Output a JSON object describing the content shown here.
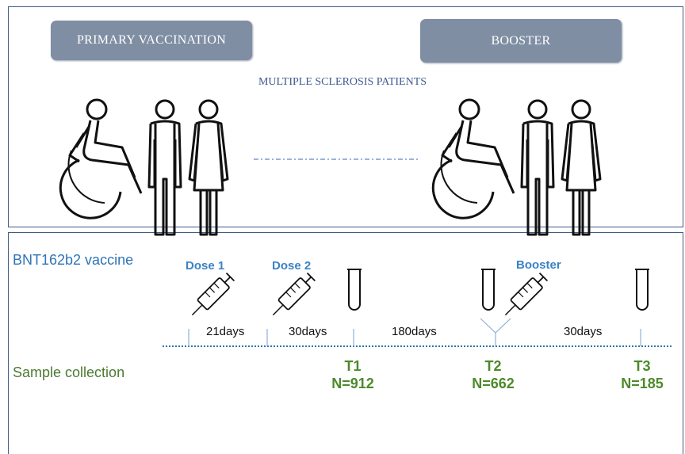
{
  "phases": {
    "primary": "PRIMARY VACCINATION",
    "booster": "BOOSTER"
  },
  "population": "MULTIPLE SCLEROSIS PATIENTS",
  "rows": {
    "vaccine": "BNT162b2 vaccine",
    "sample": "Sample collection"
  },
  "doses": {
    "dose1": "Dose 1",
    "dose2": "Dose 2",
    "booster": "Booster"
  },
  "intervals": {
    "i1": "21days",
    "i2": "30days",
    "i3": "180days",
    "i4": "30days"
  },
  "timepoints": [
    {
      "label": "T1",
      "n": "N=912"
    },
    {
      "label": "T2",
      "n": "N=662"
    },
    {
      "label": "T3",
      "n": "N=185"
    }
  ],
  "colors": {
    "border": "#3f5b86",
    "phase_box": "#7f8ea3",
    "blue_text": "#2f74b5",
    "green_text": "#4c8a2a",
    "timeline": "#2f74b5"
  },
  "icons": [
    "wheelchair-person-icon",
    "man-icon",
    "woman-icon",
    "syringe-icon",
    "test-tube-icon"
  ]
}
